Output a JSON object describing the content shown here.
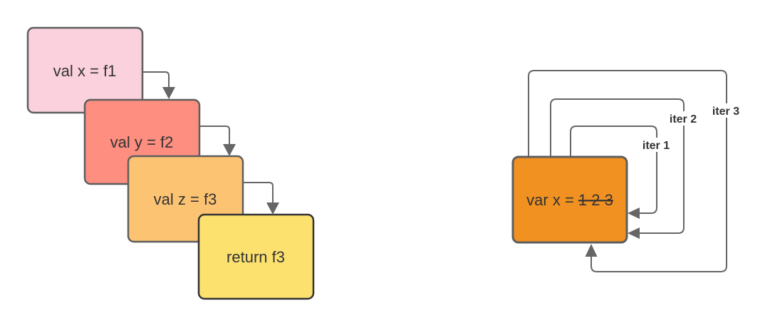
{
  "colors": {
    "background": "#ffffff",
    "frame1_fill": "#fad1dd",
    "frame2_fill": "#fd8e80",
    "frame3_fill": "#fcc372",
    "frame4_fill": "#fde16f",
    "var_box_fill": "#f09122",
    "border_gray": "#5e5e5e",
    "border_dark": "#333333",
    "connector_gray": "#666666",
    "text": "#333333",
    "label_bg": "#ffffff"
  },
  "left_diagram": {
    "frames": [
      {
        "label": "val x = f1"
      },
      {
        "label": "val y = f2"
      },
      {
        "label": "val z = f3"
      },
      {
        "label": "return f3"
      }
    ]
  },
  "right_diagram": {
    "var_box": {
      "label_prefix": "var x = ",
      "label_struck": "1 2 3"
    },
    "loops": [
      {
        "label": "iter 1"
      },
      {
        "label": "iter 2"
      },
      {
        "label": "iter 3"
      }
    ]
  }
}
